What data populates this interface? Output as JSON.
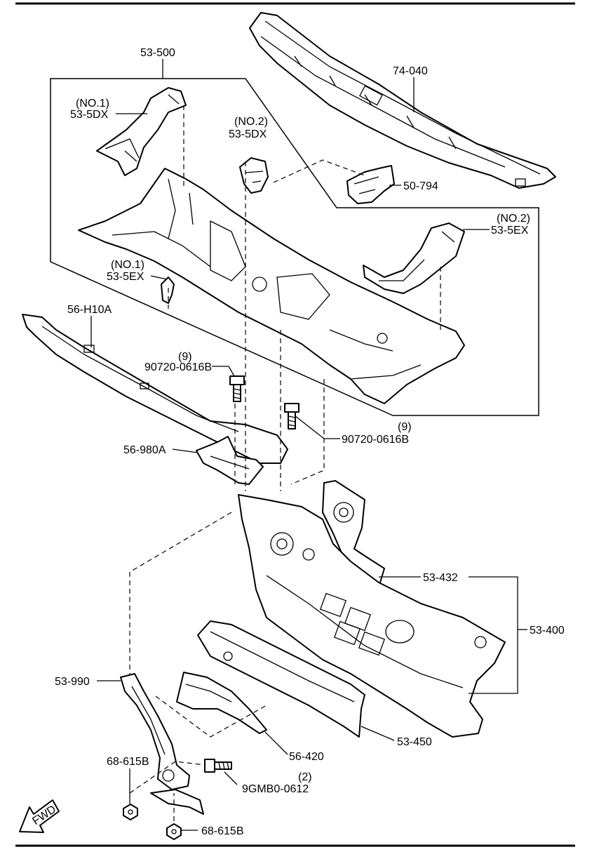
{
  "callouts": {
    "c53_500": "53-500",
    "c74_040": "74-040",
    "no1_top_a": "(NO.1)",
    "c53_5dx_a": "53-5DX",
    "no2_top_b": "(NO.2)",
    "c53_5dx_b": "53-5DX",
    "c50_794": "50-794",
    "no2_right": "(NO.2)",
    "c53_5ex_a": "53-5EX",
    "no1_left": "(NO.1)",
    "c53_5ex_b": "53-5EX",
    "c56_h10a": "56-H10A",
    "qty_9_a": "(9)",
    "c90720_a": "90720-0616B",
    "qty_9_b": "(9)",
    "c90720_b": "90720-0616B",
    "c56_980a": "56-980A",
    "c53_432": "53-432",
    "c53_400": "53-400",
    "c53_990": "53-990",
    "c56_420": "56-420",
    "c53_450": "53-450",
    "c68_615b_a": "68-615B",
    "qty_2": "(2)",
    "c9gmb0": "9GMB0-0612",
    "c68_615b_b": "68-615B",
    "fwd": "FWD"
  }
}
